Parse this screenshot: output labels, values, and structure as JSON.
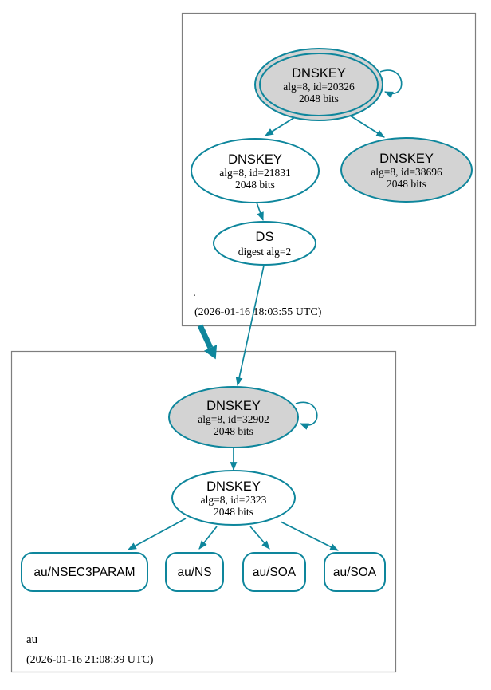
{
  "colors": {
    "edge_secure": "#0e869c",
    "node_fill_gray": "#d3d3d3",
    "node_fill_white": "#ffffff",
    "zone_box_border": "#7e7e7e",
    "text": "#000000"
  },
  "zones": {
    "root": {
      "name": ".",
      "timestamp": "(2026-01-16 18:03:55 UTC)"
    },
    "au": {
      "name": "au",
      "timestamp": "(2026-01-16 21:08:39 UTC)"
    }
  },
  "nodes": {
    "root_dnskey_20326": {
      "title": "DNSKEY",
      "detail1": "alg=8, id=20326",
      "detail2": "2048 bits"
    },
    "root_dnskey_21831": {
      "title": "DNSKEY",
      "detail1": "alg=8, id=21831",
      "detail2": "2048 bits"
    },
    "root_dnskey_38696": {
      "title": "DNSKEY",
      "detail1": "alg=8, id=38696",
      "detail2": "2048 bits"
    },
    "root_ds": {
      "title": "DS",
      "detail1": "digest alg=2"
    },
    "au_dnskey_32902": {
      "title": "DNSKEY",
      "detail1": "alg=8, id=32902",
      "detail2": "2048 bits"
    },
    "au_dnskey_2323": {
      "title": "DNSKEY",
      "detail1": "alg=8, id=2323",
      "detail2": "2048 bits"
    },
    "au_nsec3param": {
      "label": "au/NSEC3PARAM"
    },
    "au_ns": {
      "label": "au/NS"
    },
    "au_soa_1": {
      "label": "au/SOA"
    },
    "au_soa_2": {
      "label": "au/SOA"
    }
  }
}
